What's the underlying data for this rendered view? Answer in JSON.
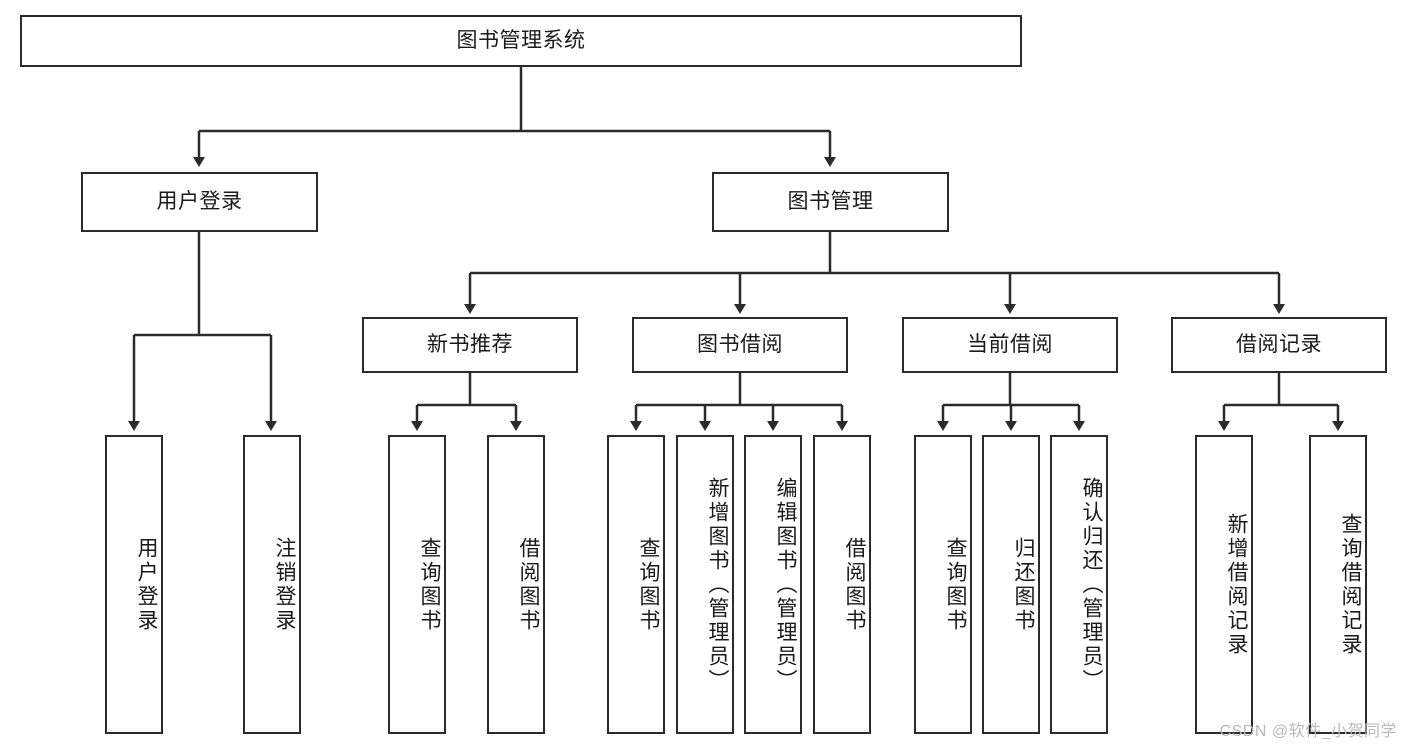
{
  "diagram": {
    "title": "图书管理系统",
    "type": "tree-hierarchy",
    "root": {
      "id": "root",
      "label": "图书管理系统",
      "orientation": "horizontal"
    },
    "level2": [
      {
        "id": "user-login",
        "label": "用户登录",
        "orientation": "horizontal"
      },
      {
        "id": "book-manage",
        "label": "图书管理",
        "orientation": "horizontal"
      }
    ],
    "level3": [
      {
        "id": "new-book-rec",
        "label": "新书推荐",
        "orientation": "horizontal",
        "parent": "book-manage"
      },
      {
        "id": "book-borrow",
        "label": "图书借阅",
        "orientation": "horizontal",
        "parent": "book-manage"
      },
      {
        "id": "current-borrow",
        "label": "当前借阅",
        "orientation": "horizontal",
        "parent": "book-manage"
      },
      {
        "id": "borrow-record",
        "label": "借阅记录",
        "orientation": "horizontal",
        "parent": "book-manage"
      }
    ],
    "leaves": [
      {
        "id": "leaf-user-login",
        "label": "用户登录",
        "parent": "user-login",
        "orientation": "vertical"
      },
      {
        "id": "leaf-logout",
        "label": "注销登录",
        "parent": "user-login",
        "orientation": "vertical"
      },
      {
        "id": "leaf-query-book-1",
        "label": "查询图书",
        "parent": "new-book-rec",
        "orientation": "vertical"
      },
      {
        "id": "leaf-borrow-book-1",
        "label": "借阅图书",
        "parent": "new-book-rec",
        "orientation": "vertical"
      },
      {
        "id": "leaf-query-book-2",
        "label": "查询图书",
        "parent": "book-borrow",
        "orientation": "vertical"
      },
      {
        "id": "leaf-add-book",
        "label": "新增图书（管理员）",
        "parent": "book-borrow",
        "orientation": "vertical"
      },
      {
        "id": "leaf-edit-book",
        "label": "编辑图书（管理员）",
        "parent": "book-borrow",
        "orientation": "vertical"
      },
      {
        "id": "leaf-borrow-book-2",
        "label": "借阅图书",
        "parent": "book-borrow",
        "orientation": "vertical"
      },
      {
        "id": "leaf-query-book-3",
        "label": "查询图书",
        "parent": "current-borrow",
        "orientation": "vertical"
      },
      {
        "id": "leaf-return-book",
        "label": "归还图书",
        "parent": "current-borrow",
        "orientation": "vertical"
      },
      {
        "id": "leaf-confirm-return",
        "label": "确认归还（管理员）",
        "parent": "current-borrow",
        "orientation": "vertical"
      },
      {
        "id": "leaf-add-record",
        "label": "新增借阅记录",
        "parent": "borrow-record",
        "orientation": "vertical"
      },
      {
        "id": "leaf-query-record",
        "label": "查询借阅记录",
        "parent": "borrow-record",
        "orientation": "vertical"
      }
    ],
    "colors": {
      "box_border": "#2b2b2b",
      "box_fill": "#ffffff",
      "connector": "#2b2b2b",
      "text": "#1a1a1a",
      "watermark": "#b9b9b9",
      "background": "#ffffff"
    }
  },
  "watermark": {
    "text": "CSDN @软件_小贺同学"
  }
}
